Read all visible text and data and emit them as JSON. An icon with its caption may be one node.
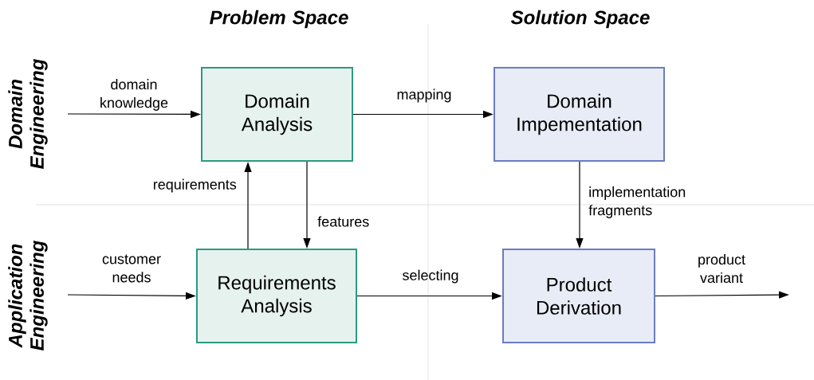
{
  "diagram": {
    "nodes": [
      {
        "text": [
          "Domain Analysis"
        ]
      },
      {
        "text": [
          "Domain Impementation"
        ]
      },
      {
        "text": [
          "Requirements Analysis"
        ]
      },
      {
        "text": [
          "Product Derivation"
        ]
      }
    ],
    "edges": [
      {
        "from": null,
        "to": 0,
        "arrow": "to",
        "label": "domain knowledge"
      },
      {
        "from": 0,
        "to": 1,
        "arrow": "to",
        "label": "mapping"
      },
      {
        "from": 2,
        "to": 0,
        "arrow": "to",
        "label": "requirements"
      },
      {
        "from": 0,
        "to": 2,
        "arrow": "to",
        "label": "features"
      },
      {
        "from": 1,
        "to": 3,
        "arrow": "to",
        "label": "implementation fragments"
      },
      {
        "from": null,
        "to": 2,
        "arrow": "to",
        "label": "customer needs"
      },
      {
        "from": 2,
        "to": 3,
        "arrow": "to",
        "label": "selecting"
      },
      {
        "from": 3,
        "to": null,
        "arrow": "to",
        "label": "product variant"
      }
    ],
    "labels": [
      "Problem Space",
      "Solution Space",
      "Domain Engineering",
      "Application Engineering"
    ]
  }
}
